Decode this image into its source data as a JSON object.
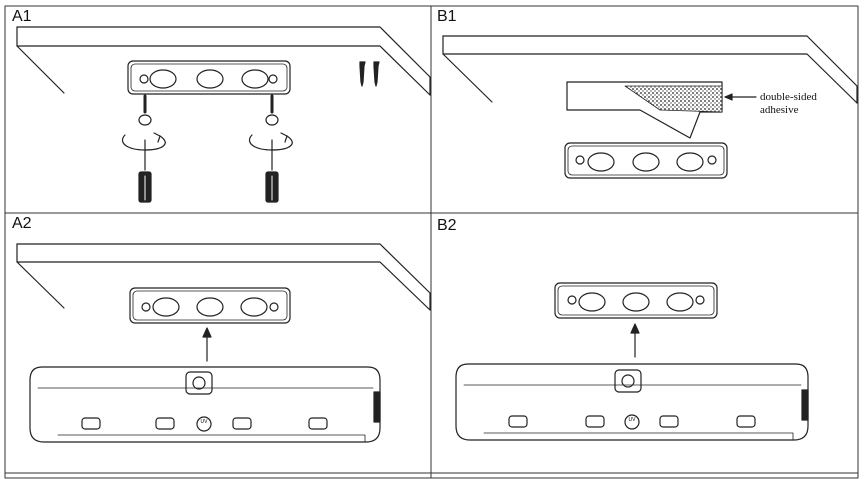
{
  "panels": [
    {
      "id": "A1",
      "label": "A1"
    },
    {
      "id": "B1",
      "label": "B1"
    },
    {
      "id": "A2",
      "label": "A2"
    },
    {
      "id": "B2",
      "label": "B2"
    }
  ],
  "callout": {
    "line1": "double-sided",
    "line2": "adhesive"
  },
  "light_button_text": "UV"
}
